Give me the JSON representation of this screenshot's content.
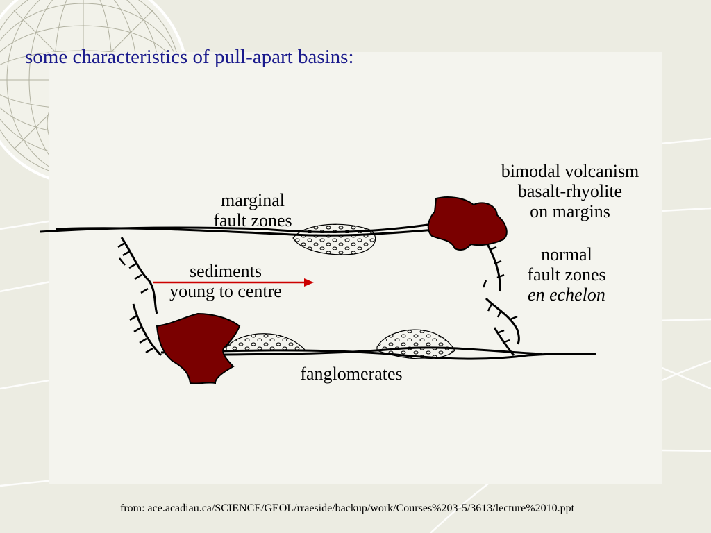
{
  "slide": {
    "title": "some characteristics of pull-apart basins:",
    "source": "from: ace.acadiau.ca/SCIENCE/GEOL/rraeside/backup/work/Courses%203-5/3613/lecture%2010.ppt"
  },
  "labels": {
    "marginal_fault_zones": [
      "marginal",
      "fault zones"
    ],
    "bimodal_volcanism": [
      "bimodal volcanism",
      "basalt-rhyolite",
      "on margins"
    ],
    "sediments": [
      "sediments",
      "young to centre"
    ],
    "normal_fault_zones": [
      "normal",
      "fault zones",
      "en echelon"
    ],
    "fanglomerates": "fanglomerates"
  },
  "colors": {
    "title": "#1a1a8c",
    "volcanic": "#7a0000",
    "arrow": "#cc0000"
  }
}
